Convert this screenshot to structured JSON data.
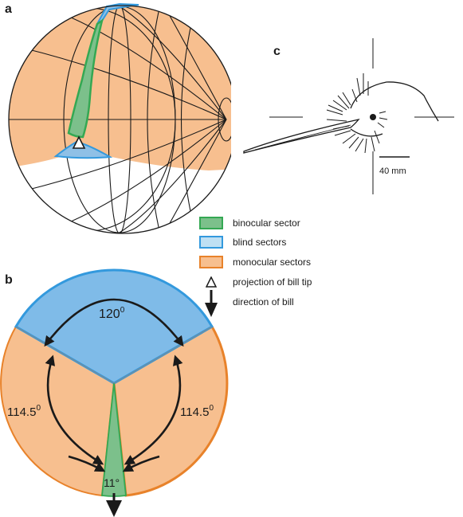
{
  "panels": {
    "a": "a",
    "b": "b",
    "c": "c"
  },
  "colors": {
    "binocular_fill": "#7cc08b",
    "binocular_stroke": "#34a853",
    "blind_fill": "#8fc0e6",
    "blind_stroke": "#3399dd",
    "monocular_fill": "#f7bf8f",
    "monocular_stroke": "#e8822a",
    "line": "#1a1a1a"
  },
  "legend": [
    {
      "kind": "swatch",
      "color_key": "binocular",
      "label": "binocular sector"
    },
    {
      "kind": "swatch",
      "color_key": "blind",
      "label": "blind sectors"
    },
    {
      "kind": "swatch",
      "color_key": "monocular",
      "label": "monocular sectors"
    },
    {
      "kind": "triangle-icon",
      "label": "projection of bill tip"
    },
    {
      "kind": "arrow-down-icon",
      "label": "direction of bill"
    }
  ],
  "panel_b": {
    "blind_angle": "120",
    "blind_angle_sup": "0",
    "left_angle": "114.5",
    "left_angle_sup": "0",
    "right_angle": "114.5",
    "right_angle_sup": "0",
    "binocular_angle": "11°"
  },
  "panel_c": {
    "scale_label": "40 mm"
  }
}
